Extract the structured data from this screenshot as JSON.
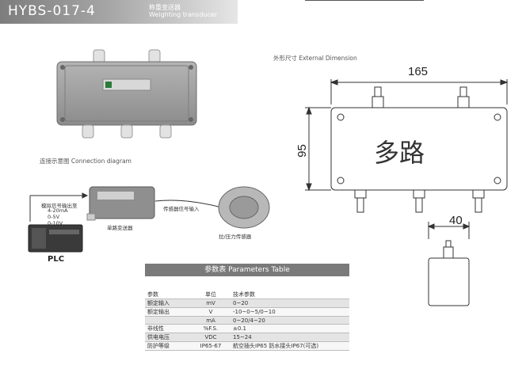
{
  "header": {
    "model": "HYBS-017-4",
    "name_cn": "称重变送器",
    "name_en": "Weighting transducer"
  },
  "dimension": {
    "caption": "外形尺寸 External Dimension",
    "width": "165",
    "height": "95",
    "depth": "40",
    "box_text": "多路"
  },
  "connection": {
    "caption": "连接示意图 Connection diagram",
    "analog_out": "模拟信号输出至",
    "out_values": [
      "4-20mA",
      "0-5V",
      "0-10V"
    ],
    "sensor_in": "传感器信号输入",
    "transmitter": "单路变送器",
    "sensor": "拉/压力传感器",
    "plc": "PLC"
  },
  "table": {
    "title": "参数表  Parameters Table",
    "columns": [
      "参数",
      "单位",
      "技术参数"
    ],
    "rows": [
      [
        "额定输入",
        "mV",
        "0~20"
      ],
      [
        "额定输出",
        "V",
        "-10~0~5/0~10"
      ],
      [
        "",
        "mA",
        "0~20/4~20"
      ],
      [
        "非线性",
        "%F.S.",
        "±0.1"
      ],
      [
        "供电电压",
        "VDC",
        "15~24"
      ],
      [
        "防护等级",
        "IP65-67",
        "航空插头IP65  防水接头IP67(可选)"
      ]
    ]
  },
  "colors": {
    "header_dark": "#7d7d7d",
    "table_head": "#7a7a7a",
    "device": "#9c9c9c"
  }
}
